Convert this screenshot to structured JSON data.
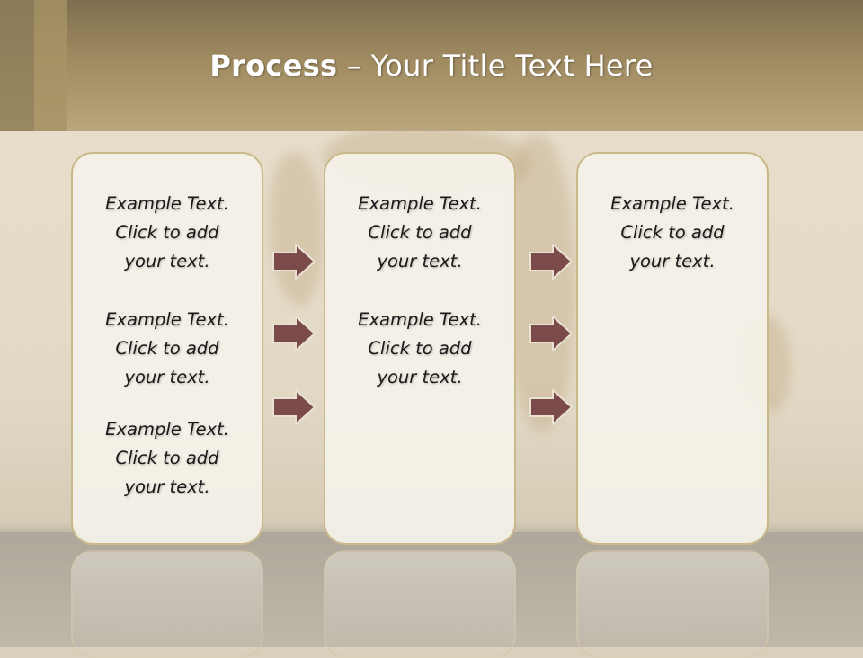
{
  "header": {
    "title_bold": "Process",
    "title_rest": " – Your Title Text Here"
  },
  "colors": {
    "header_top": "#7f6f4f",
    "header_bottom": "#b9a67c",
    "box_fill": "#f4f1e9",
    "box_border": "#c9b98a",
    "arrow_fill": "#7b4a4a"
  },
  "columns": [
    {
      "items": [
        {
          "line1": "Example Text.",
          "line2": "Click  to add",
          "line3": "your text."
        },
        {
          "line1": "Example Text.",
          "line2": "Click  to add",
          "line3": "your text."
        },
        {
          "line1": "Example Text.",
          "line2": "Click  to add",
          "line3": "your text."
        }
      ]
    },
    {
      "items": [
        {
          "line1": "Example Text.",
          "line2": "Click  to add",
          "line3": "your text."
        },
        {
          "line1": "Example Text.",
          "line2": "Click  to add",
          "line3": "your text."
        }
      ]
    },
    {
      "items": [
        {
          "line1": "Example Text.",
          "line2": "Click  to add",
          "line3": "your text."
        }
      ]
    }
  ],
  "arrows": {
    "icon": "right-arrow-icon",
    "groups": 2,
    "per_group": 3
  }
}
